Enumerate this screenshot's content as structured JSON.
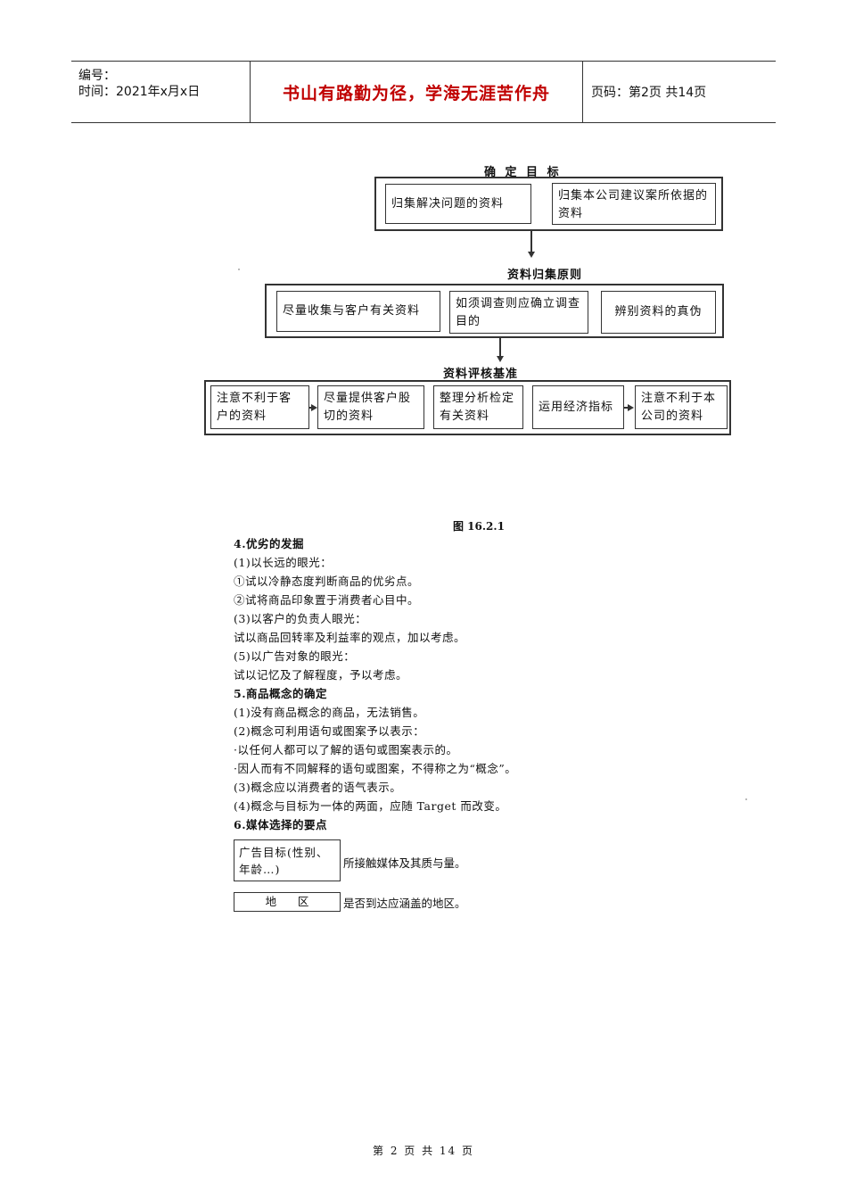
{
  "header": {
    "number_label": "编号：",
    "date_label": "时间：2021年x月x日",
    "slogan": "书山有路勤为径，学海无涯苦作舟",
    "page_label": "页码：第2页  共14页"
  },
  "diagram": {
    "section1_title": "确 定 目 标",
    "section1_boxes": [
      "归集解决问题的资料",
      "归集本公司建议案所依据的资料"
    ],
    "section2_title": "资料归集原则",
    "section2_boxes": [
      "尽量收集与客户有关资料",
      "如须调查则应确立调查目的",
      "辨别资料的真伪"
    ],
    "section3_title": "资料评核基准",
    "section3_boxes": [
      "注意不利于客户的资料",
      "尽量提供客户股切的资料",
      "整理分析检定有关资料",
      "运用经济指标",
      "注意不利于本公司的资料"
    ],
    "caption": "图 16.2.1"
  },
  "body_lines": [
    {
      "text": "4.优劣的发掘",
      "bold": true
    },
    {
      "text": "(1)以长远的眼光：",
      "bold": false
    },
    {
      "text": "①试以冷静态度判断商品的优劣点。",
      "bold": false
    },
    {
      "text": "②试将商品印象置于消费者心目中。",
      "bold": false
    },
    {
      "text": "(3)以客户的负责人眼光：",
      "bold": false
    },
    {
      "text": "试以商品回转率及利益率的观点，加以考虑。",
      "bold": false
    },
    {
      "text": "(5)以广告对象的眼光：",
      "bold": false
    },
    {
      "text": "试以记忆及了解程度，予以考虑。",
      "bold": false
    },
    {
      "text": "5.商品概念的确定",
      "bold": true
    },
    {
      "text": "(1)没有商品概念的商品，无法销售。",
      "bold": false
    },
    {
      "text": "(2)概念可利用语句或图案予以表示：",
      "bold": false
    },
    {
      "text": "·以任何人都可以了解的语句或图案表示的。",
      "bold": false
    },
    {
      "text": "·因人而有不同解释的语句或图案，不得称之为“概念”。",
      "bold": false
    },
    {
      "text": "(3)概念应以消费者的语气表示。",
      "bold": false
    },
    {
      "text": "(4)概念与目标为一体的两面，应随 Target 而改变。",
      "bold": false
    },
    {
      "text": "6.媒体选择的要点",
      "bold": true
    }
  ],
  "media": {
    "box1_text": "广告目标(性别、年龄…)",
    "box1_desc": "所接触媒体及其质与量。",
    "box2_text": "地      区",
    "box2_desc": "是否到达应涵盖的地区。"
  },
  "footer": "第 2 页 共 14 页"
}
